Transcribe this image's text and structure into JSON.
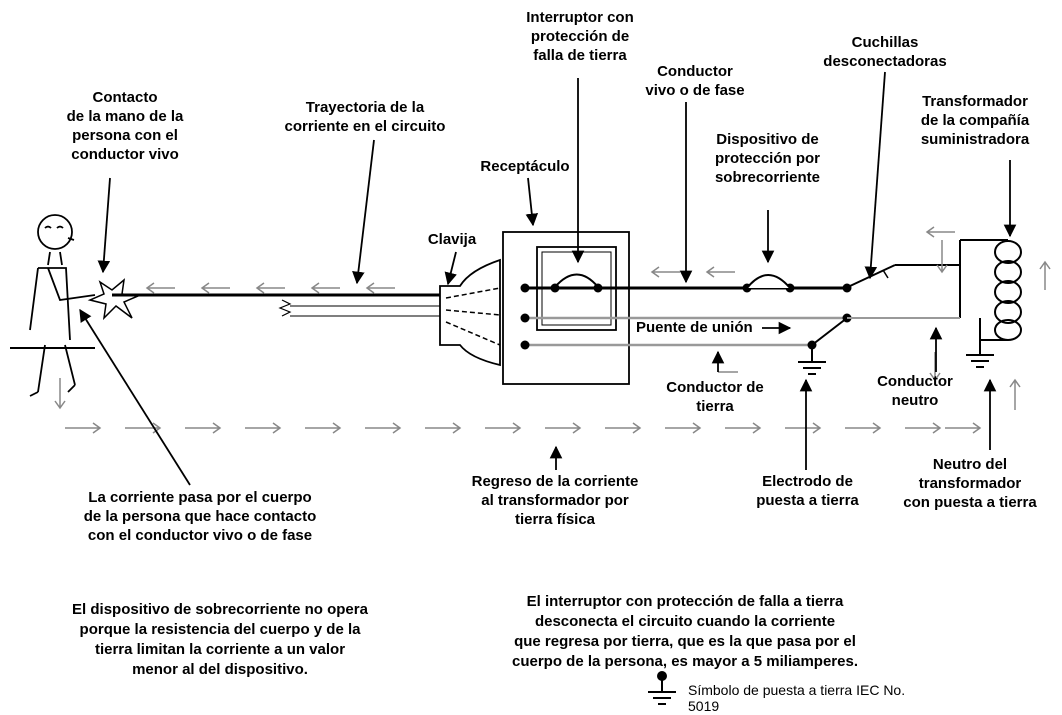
{
  "labels": {
    "gfci": "Interruptor con\nprotección de\nfalla de tierra",
    "contact": "Contacto\nde la mano de la\npersona con el\nconductor vivo",
    "current_path": "Trayectoria de la\ncorriente en el circuito",
    "phase_conductor": "Conductor\nvivo o de fase",
    "disconnect": "Cuchillas\ndesconectadoras",
    "transformer": "Transformador\nde la compañía\nsuministradora",
    "overcurrent": "Dispositivo de\nprotección por\nsobrecorriente",
    "receptacle": "Receptáculo",
    "plug": "Clavija",
    "bonding_jumper": "Puente de unión",
    "ground_conductor": "Conductor de\ntierra",
    "neutral_conductor": "Conductor\nneutro",
    "ground_electrode": "Electrodo de\npuesta a tierra",
    "transformer_neutral": "Neutro del\ntransformador\ncon puesta a tierra",
    "return_current": "Regreso de la corriente\nal transformador por\ntierra física",
    "body_current": "La corriente pasa por el cuerpo\nde la persona que hace contacto\ncon el conductor vivo o de fase"
  },
  "notes": {
    "overcurrent_note": "El dispositivo de sobrecorriente no opera\nporque la resistencia del cuerpo y de la\ntierra limitan la corriente a un valor\nmenor al del dispositivo.",
    "gfci_note": "El interruptor con protección de falla a tierra\ndesconecta el circuito cuando la corriente\nque regresa por tierra, que es la que pasa por el\ncuerpo de la persona, es mayor a 5 miliamperes."
  },
  "legend": {
    "ground_symbol_text": "Símbolo de puesta a tierra IEC No. 5019"
  }
}
